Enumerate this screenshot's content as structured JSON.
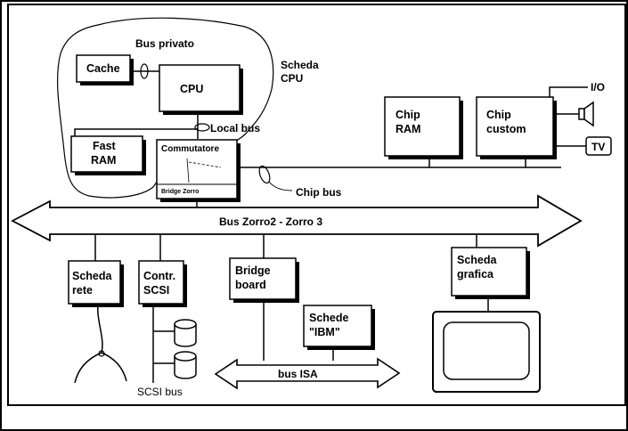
{
  "labels": {
    "bus_privato": "Bus privato",
    "scheda_cpu_1": "Scheda",
    "scheda_cpu_2": "CPU",
    "cache": "Cache",
    "cpu": "CPU",
    "local_bus": "Local bus",
    "fast_ram_1": "Fast",
    "fast_ram_2": "RAM",
    "commutatore": "Commutatore",
    "bridge_zorro": "Bridge Zorro",
    "chip_bus": "Chip bus",
    "chip_ram_1": "Chip",
    "chip_ram_2": "RAM",
    "chip_custom_1": "Chip",
    "chip_custom_2": "custom",
    "io": "I/O",
    "tv": "TV",
    "bus_zorro": "Bus Zorro2 - Zorro 3",
    "scheda_rete_1": "Scheda",
    "scheda_rete_2": "rete",
    "contr_scsi_1": "Contr.",
    "contr_scsi_2": "SCSI",
    "bridge_board_1": "Bridge",
    "bridge_board_2": "board",
    "schede_ibm_1": "Schede",
    "schede_ibm_2": "\"IBM\"",
    "bus_isa": "bus ISA",
    "scsi_bus": "SCSI bus",
    "scheda_grafica_1": "Scheda",
    "scheda_grafica_2": "grafica"
  }
}
